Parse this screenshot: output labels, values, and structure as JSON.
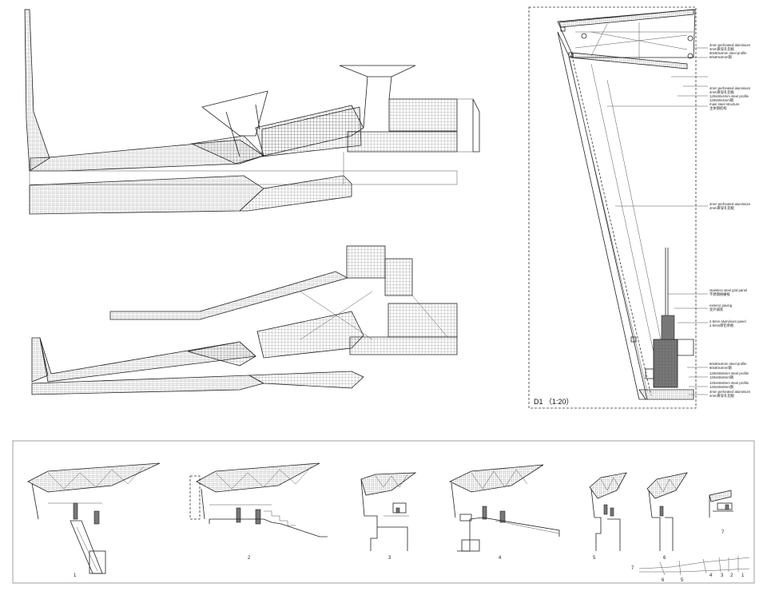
{
  "detail": {
    "title": "D1 （1:20）",
    "notes": [
      {
        "en": "4mm perforated aluminium",
        "cn": "4mm厚穿孔铝板"
      },
      {
        "en": "60x60x4mm steel profile",
        "cn": "60x60x4mm钢"
      },
      {
        "en": "4mm perforated aluminium",
        "cn": "4mm厚穿孔铝板"
      },
      {
        "en": "120x60x4mm steel profile",
        "cn": "120x60x4mm钢"
      },
      {
        "en": "main steel structure",
        "cn": "主体钢结构"
      },
      {
        "en": "4mm perforated aluminium",
        "cn": "4mm厚穿孔铝板"
      },
      {
        "en": "stainless steel grid panel",
        "cn": "不锈钢格栅板"
      },
      {
        "en": "exterior paving",
        "cn": "室外铺装"
      },
      {
        "en": "2.5mm aluminium panel",
        "cn": "2.5mm厚铝单板"
      },
      {
        "en": "60x60x4mm steel profile",
        "cn": "60x60x4mm钢"
      },
      {
        "en": "120x60x6mm steel profile",
        "cn": "120x60x6mm钢"
      },
      {
        "en": "120x60x8mm steel profile",
        "cn": "120x60x8mm钢"
      },
      {
        "en": "4mm perforated aluminium",
        "cn": "4mm厚穿孔铝板"
      }
    ]
  },
  "sections": [
    {
      "label": "1"
    },
    {
      "label": "2"
    },
    {
      "label": "3"
    },
    {
      "label": "4"
    },
    {
      "label": "5"
    },
    {
      "label": "6"
    },
    {
      "label": "7"
    }
  ],
  "key_plan": {
    "labels": [
      "7",
      "6",
      "5",
      "4",
      "3",
      "2",
      "1"
    ]
  }
}
